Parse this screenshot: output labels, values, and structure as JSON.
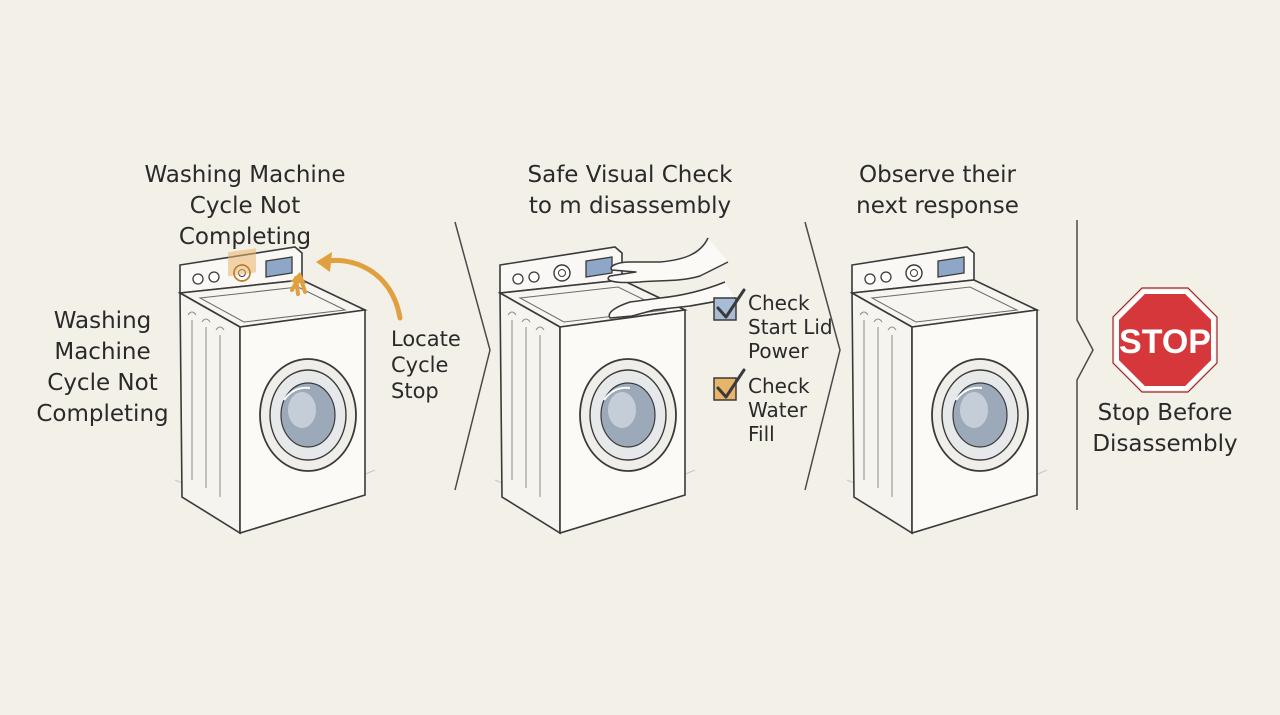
{
  "panel1": {
    "title": "Washing Machine\nCycle Not Completing",
    "side_label": "Washing\nMachine\nCycle Not\nCompleting",
    "arrow_label": "Locate\nCycle\nStop"
  },
  "panel2": {
    "title": "Safe Visual Check\nto m disassembly",
    "checklist": [
      {
        "text": "Check\nStart Lid\nPower",
        "box_color": "#a9bcd6"
      },
      {
        "text": "Check\nWater\nFill",
        "box_color": "#e8b46a"
      }
    ]
  },
  "panel3": {
    "title": "Observe their\nnext response"
  },
  "panel4": {
    "sign_text": "STOP",
    "caption": "Stop Before\nDisassembly"
  },
  "colors": {
    "background": "#f3f0e8",
    "ink": "#3a3a3a",
    "accent_orange": "#e0a040",
    "display_blue": "#8fa6c8",
    "stop_red": "#d6373a"
  },
  "icons": [
    "washing-machine-icon",
    "curved-arrow-icon",
    "hand-icon",
    "checkbox-icon",
    "stop-sign-icon",
    "chevron-divider-icon"
  ]
}
